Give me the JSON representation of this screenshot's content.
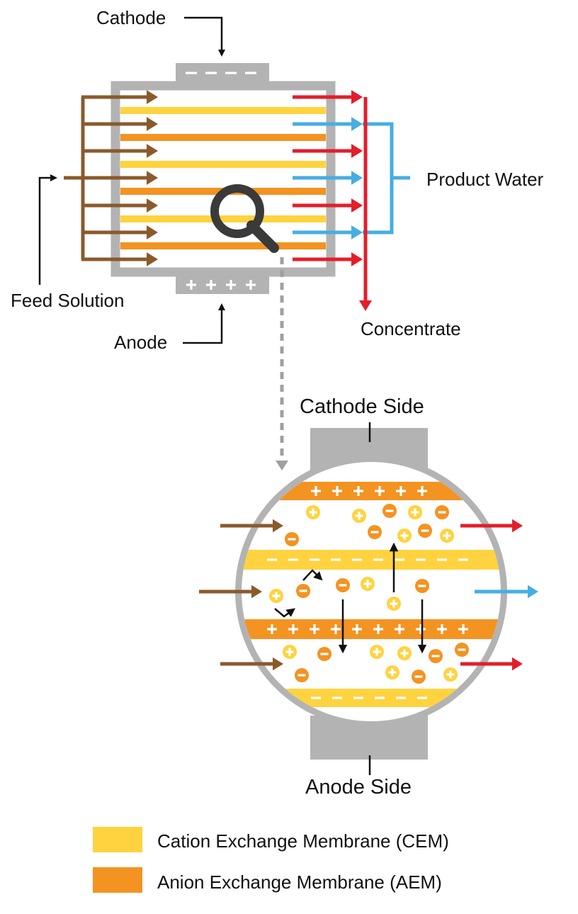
{
  "colors": {
    "cem": "#FFD33F",
    "aem": "#F39322",
    "feed": "#8B5A2B",
    "concentrate": "#E31E2A",
    "product": "#46AEE2",
    "housing": "#B3B3B3",
    "magnifier": "#3A3A3A"
  },
  "top_diagram": {
    "labels": {
      "cathode": "Cathode",
      "anode": "Anode",
      "feed": "Feed Solution",
      "product": "Product Water",
      "concentrate": "Concentrate"
    },
    "cathode_sign": "−",
    "anode_sign": "+",
    "membranes": [
      "CEM",
      "AEM",
      "CEM",
      "AEM",
      "CEM",
      "AEM"
    ],
    "outlets": [
      "concentrate",
      "product",
      "concentrate",
      "product",
      "concentrate",
      "product",
      "concentrate"
    ],
    "icons": {
      "magnifier": "magnifier-icon"
    }
  },
  "detail_diagram": {
    "labels": {
      "cathode_side": "Cathode Side",
      "anode_side": "Anode Side"
    },
    "membranes": [
      {
        "type": "AEM",
        "sign": "+"
      },
      {
        "type": "CEM",
        "sign": "−"
      },
      {
        "type": "AEM",
        "sign": "+"
      },
      {
        "type": "CEM",
        "sign": "−"
      }
    ],
    "outlets": [
      "concentrate",
      "product",
      "concentrate"
    ],
    "ions": [
      {
        "charge": "+",
        "channel": 1
      },
      {
        "charge": "+",
        "channel": 1
      },
      {
        "charge": "-",
        "channel": 1
      },
      {
        "charge": "+",
        "channel": 1
      },
      {
        "charge": "-",
        "channel": 1
      },
      {
        "charge": "-",
        "channel": 1
      },
      {
        "charge": "-",
        "channel": 1
      },
      {
        "charge": "+",
        "channel": 1
      },
      {
        "charge": "-",
        "channel": 1
      },
      {
        "charge": "+",
        "channel": 1
      },
      {
        "charge": "+",
        "channel": 2
      },
      {
        "charge": "-",
        "channel": 2
      },
      {
        "charge": "-",
        "channel": 2
      },
      {
        "charge": "+",
        "channel": 2
      },
      {
        "charge": "+",
        "channel": 2
      },
      {
        "charge": "-",
        "channel": 2
      },
      {
        "charge": "+",
        "channel": 3
      },
      {
        "charge": "-",
        "channel": 3
      },
      {
        "charge": "-",
        "channel": 3
      },
      {
        "charge": "+",
        "channel": 3
      },
      {
        "charge": "+",
        "channel": 3
      },
      {
        "charge": "+",
        "channel": 3
      },
      {
        "charge": "-",
        "channel": 3
      },
      {
        "charge": "-",
        "channel": 3
      },
      {
        "charge": "-",
        "channel": 3
      },
      {
        "charge": "+",
        "channel": 3
      }
    ]
  },
  "legend": {
    "items": [
      {
        "key": "cem",
        "label": "Cation Exchange Membrane (CEM)"
      },
      {
        "key": "aem",
        "label": "Anion Exchange Membrane (AEM)"
      }
    ]
  }
}
